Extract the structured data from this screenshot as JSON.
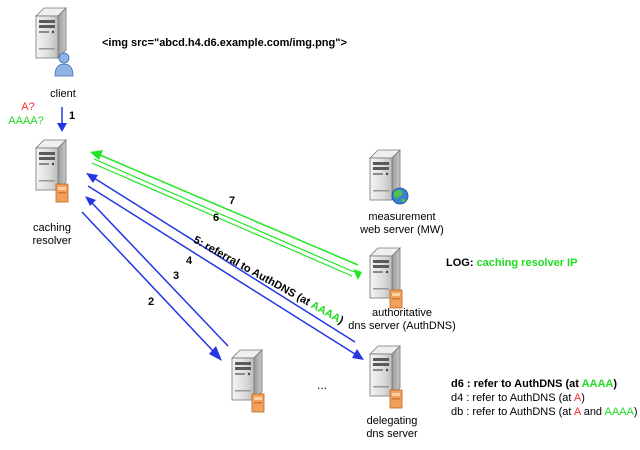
{
  "snippet": "<img src=\"abcd.h4.d6.example.com/img.png\">",
  "nodes": {
    "client": "client",
    "resolver_line1": "caching",
    "resolver_line2": "resolver",
    "mw_line1": "measurement",
    "mw_line2": "web server (MW)",
    "auth_line1": "authoritative",
    "auth_line2": "dns server (AuthDNS)",
    "deleg_line1": "delegating",
    "deleg_line2": "dns server",
    "ellipsis": "..."
  },
  "queries": {
    "a": "A?",
    "aaaa": "AAAA?"
  },
  "steps": {
    "s1": "1",
    "s2": "2",
    "s3": "3",
    "s4": "4",
    "s6": "6",
    "s7": "7"
  },
  "referral": {
    "prefix": "5: referral to AuthDNS (at ",
    "highlight": "AAAA",
    "suffix": ")"
  },
  "log": {
    "label": "LOG:",
    "value": "caching resolver IP"
  },
  "legend": {
    "d6": {
      "prefix": "d6 : refer to AuthDNS (at ",
      "highlight": "AAAA",
      "suffix": ")"
    },
    "d4": {
      "prefix": "d4 : refer to AuthDNS (at ",
      "highlight": "A",
      "suffix": ")"
    },
    "db": {
      "prefix": "db : refer to AuthDNS (at ",
      "a": "A",
      "and": " and ",
      "aaaa": "AAAA",
      "suffix": ")"
    }
  },
  "colors": {
    "blue": "#2236e6",
    "green": "#22e622",
    "red": "#ff2a2a"
  },
  "icons": [
    "server-icon",
    "user-icon",
    "globe-icon"
  ]
}
